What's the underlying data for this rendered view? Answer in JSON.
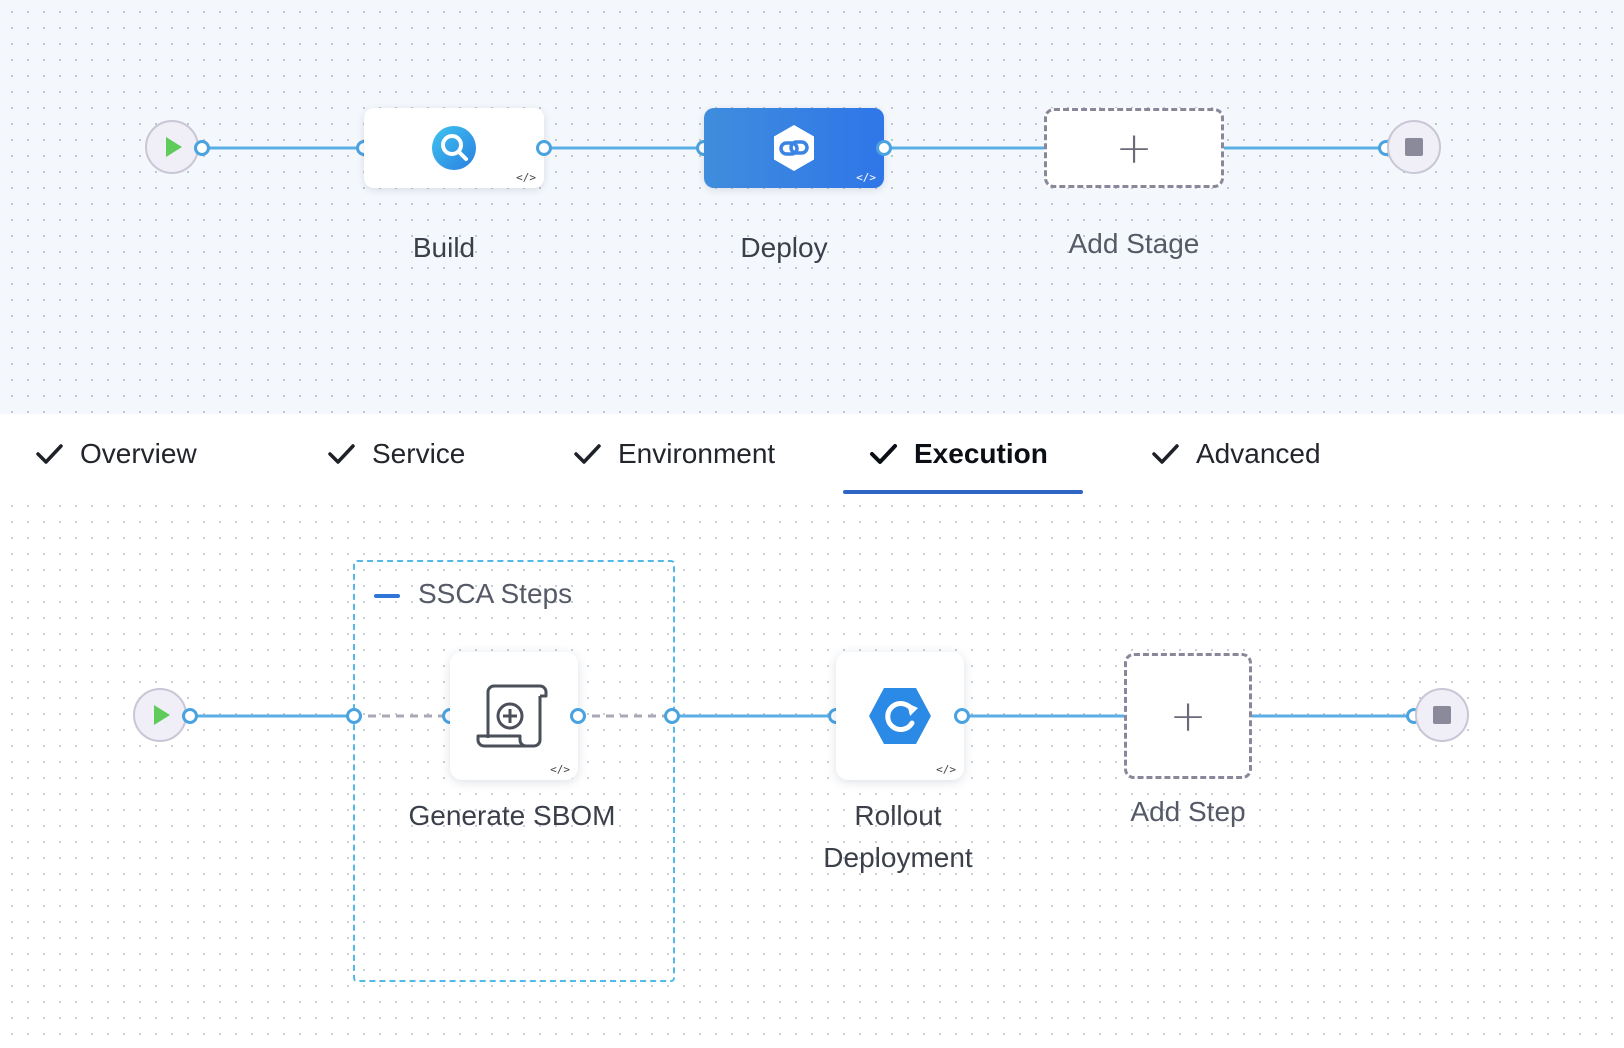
{
  "pipeline": {
    "stages": [
      {
        "label": "Build",
        "icon": "build-magnifier-icon"
      },
      {
        "label": "Deploy",
        "icon": "deploy-link-icon",
        "active": true
      }
    ],
    "add_stage_label": "Add Stage"
  },
  "tabs": [
    {
      "label": "Overview",
      "complete": true
    },
    {
      "label": "Service",
      "complete": true
    },
    {
      "label": "Environment",
      "complete": true
    },
    {
      "label": "Execution",
      "complete": true,
      "active": true
    },
    {
      "label": "Advanced",
      "complete": true
    }
  ],
  "execution": {
    "group": {
      "title": "SSCA Steps"
    },
    "steps": [
      {
        "label": "Generate SBOM",
        "icon": "sbom-scroll-icon"
      },
      {
        "label_line1": "Rollout",
        "label_line2": "Deployment",
        "icon": "rollout-refresh-icon"
      }
    ],
    "add_step_label": "Add Step"
  },
  "colors": {
    "wire": "#5aaee6",
    "accent": "#2f76e8",
    "tab_underline": "#2f66c4",
    "group_border": "#52b9e8",
    "play": "#5fcb5a"
  }
}
